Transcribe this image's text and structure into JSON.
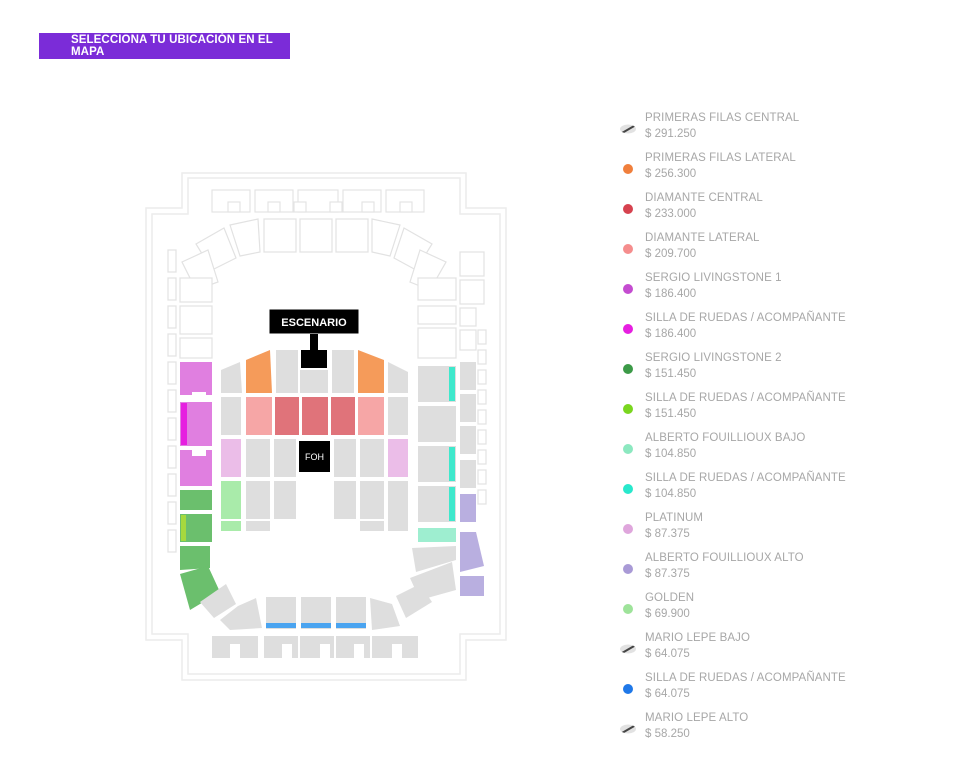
{
  "header": {
    "title": "SELECCIONA TU UBICACIÓN EN EL MAPA"
  },
  "map": {
    "stage_label": "ESCENARIO",
    "foh_label": "FOH"
  },
  "legend": [
    {
      "name": "PRIMERAS FILAS CENTRAL",
      "price": "$ 291.250",
      "color": "#cfcfcf",
      "icon": "sold-out-icon",
      "available": false
    },
    {
      "name": "PRIMERAS FILAS LATERAL",
      "price": "$ 256.300",
      "color": "#f07f3c",
      "icon": "dot-icon",
      "available": true
    },
    {
      "name": "DIAMANTE CENTRAL",
      "price": "$ 233.000",
      "color": "#d6424f",
      "icon": "dot-icon",
      "available": true
    },
    {
      "name": "DIAMANTE LATERAL",
      "price": "$ 209.700",
      "color": "#f58d8d",
      "icon": "dot-icon",
      "available": true
    },
    {
      "name": "SERGIO LIVINGSTONE 1",
      "price": "$ 186.400",
      "color": "#c44cd0",
      "icon": "dot-icon",
      "available": true
    },
    {
      "name": "SILLA DE RUEDAS / ACOMPAÑANTE",
      "price": "$ 186.400",
      "color": "#e61fe0",
      "icon": "dot-icon",
      "available": true
    },
    {
      "name": "SERGIO LIVINGSTONE 2",
      "price": "$ 151.450",
      "color": "#3c9a48",
      "icon": "dot-icon",
      "available": true
    },
    {
      "name": "SILLA DE RUEDAS / ACOMPAÑANTE",
      "price": "$ 151.450",
      "color": "#7ad61f",
      "icon": "dot-icon",
      "available": true
    },
    {
      "name": "ALBERTO FOUILLIOUX BAJO",
      "price": "$ 104.850",
      "color": "#8ce8c0",
      "icon": "dot-icon",
      "available": true
    },
    {
      "name": "SILLA DE RUEDAS / ACOMPAÑANTE",
      "price": "$ 104.850",
      "color": "#28e8cc",
      "icon": "dot-icon",
      "available": true
    },
    {
      "name": "PLATINUM",
      "price": "$ 87.375",
      "color": "#dfa6dc",
      "icon": "dot-icon",
      "available": true
    },
    {
      "name": "ALBERTO FOUILLIOUX ALTO",
      "price": "$ 87.375",
      "color": "#a99ad6",
      "icon": "dot-icon",
      "available": true
    },
    {
      "name": "GOLDEN",
      "price": "$ 69.900",
      "color": "#9ee39a",
      "icon": "dot-icon",
      "available": true
    },
    {
      "name": "MARIO LEPE BAJO",
      "price": "$ 64.075",
      "color": "#cfcfcf",
      "icon": "sold-out-icon",
      "available": false
    },
    {
      "name": "SILLA DE RUEDAS / ACOMPAÑANTE",
      "price": "$ 64.075",
      "color": "#1f78e8",
      "icon": "dot-icon",
      "available": true
    },
    {
      "name": "MARIO LEPE ALTO",
      "price": "$ 58.250",
      "color": "#cfcfcf",
      "icon": "sold-out-icon",
      "available": false
    }
  ],
  "colors": {
    "accent": "#7b2cd8",
    "section_unavailable": "#dedede",
    "outline": "#e8e8e8"
  }
}
